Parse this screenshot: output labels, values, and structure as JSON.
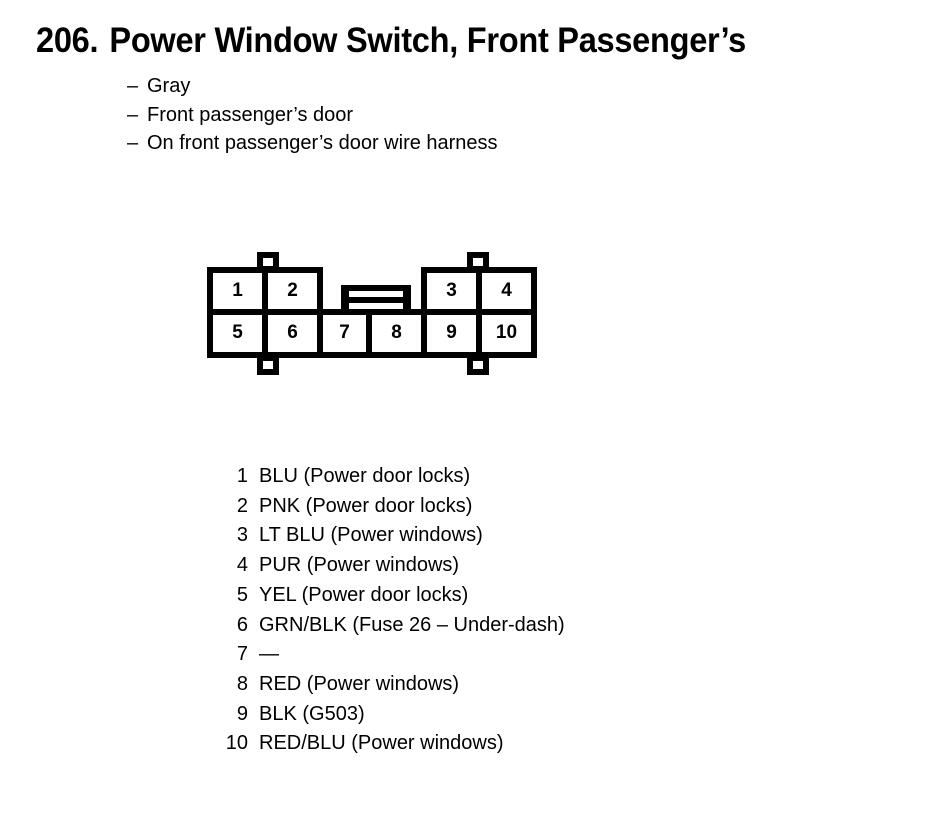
{
  "header": {
    "number": "206.",
    "title": "Power Window Switch, Front Passenger’s"
  },
  "attributes": {
    "dash": "–",
    "items": [
      "Gray",
      "Front passenger’s door",
      "On front passenger’s door wire harness"
    ]
  },
  "connector": {
    "cells": {
      "c1": "1",
      "c2": "2",
      "c3": "3",
      "c4": "4",
      "c5": "5",
      "c6": "6",
      "c7": "7",
      "c8": "8",
      "c9": "9",
      "c10": "10"
    }
  },
  "legend": {
    "rows": [
      {
        "pin": "1",
        "desc": "BLU (Power door locks)"
      },
      {
        "pin": "2",
        "desc": "PNK (Power door locks)"
      },
      {
        "pin": "3",
        "desc": "LT BLU (Power windows)"
      },
      {
        "pin": "4",
        "desc": "PUR (Power windows)"
      },
      {
        "pin": "5",
        "desc": "YEL (Power door locks)"
      },
      {
        "pin": "6",
        "desc": "GRN/BLK (Fuse 26 – Under-dash)"
      },
      {
        "pin": "7",
        "desc": "—"
      },
      {
        "pin": "8",
        "desc": "RED (Power windows)"
      },
      {
        "pin": "9",
        "desc": "BLK (G503)"
      },
      {
        "pin": "10",
        "desc": "RED/BLU (Power windows)"
      }
    ]
  },
  "colors": {
    "ink": "#000000",
    "paper": "#ffffff"
  }
}
